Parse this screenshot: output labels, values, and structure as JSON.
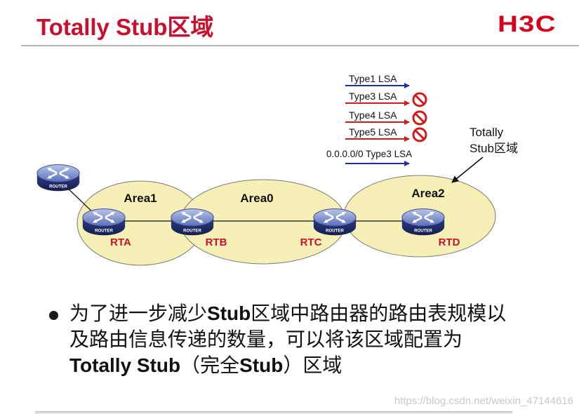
{
  "slide": {
    "title": "Totally Stub区域",
    "logo": "H3C"
  },
  "diagram": {
    "areas": [
      {
        "label": "Area1"
      },
      {
        "label": "Area0"
      },
      {
        "label": "Area2"
      }
    ],
    "routers": [
      {
        "id": "top",
        "device_label": "ROUTER",
        "name": ""
      },
      {
        "id": "rta",
        "device_label": "ROUTER",
        "name": "RTA"
      },
      {
        "id": "rtb",
        "device_label": "ROUTER",
        "name": "RTB"
      },
      {
        "id": "rtc",
        "device_label": "ROUTER",
        "name": "RTC"
      },
      {
        "id": "rtd",
        "device_label": "ROUTER",
        "name": "RTD"
      }
    ],
    "lsa_legend": [
      {
        "label": "Type1 LSA",
        "color": "#1f2fa8",
        "blocked": false
      },
      {
        "label": "Type3 LSA",
        "color": "#d31a1a",
        "blocked": true
      },
      {
        "label": "Type4 LSA",
        "color": "#d31a1a",
        "blocked": true
      },
      {
        "label": "Type5 LSA",
        "color": "#d31a1a",
        "blocked": true
      },
      {
        "label": "0.0.0.0/0 Type3 LSA",
        "color": "#1f2fa8",
        "blocked": false
      }
    ],
    "callout": {
      "line1": "Totally",
      "line2": "Stub区域"
    },
    "colors": {
      "area_fill": "#f7f0b6",
      "area_stroke": "#7a7a7a",
      "router_name": "#c8102e",
      "blocked_icon": "#d31a1a"
    }
  },
  "bullet": {
    "segments": [
      {
        "text": "为了进一步减少",
        "bold": false
      },
      {
        "text": "Stub",
        "bold": true
      },
      {
        "text": "区域中路由器的路由表规模以及路由信息传递的数量，可以将该区域配置为",
        "bold": false
      },
      {
        "text": "Totally Stub",
        "bold": true
      },
      {
        "text": "（完全",
        "bold": false
      },
      {
        "text": "Stub",
        "bold": true
      },
      {
        "text": "）区域",
        "bold": false
      }
    ]
  },
  "watermark": "https://blog.csdn.net/weixin_47144616"
}
